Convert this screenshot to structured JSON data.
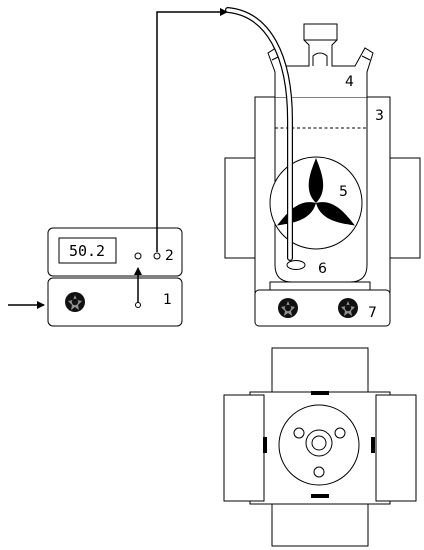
{
  "display": {
    "value": "50.2"
  },
  "labels": {
    "device_1": "1",
    "device_2": "2",
    "jacket": "3",
    "flask": "4",
    "stirrer": "5",
    "sensor": "6",
    "stirrer_base": "7"
  },
  "colors": {
    "stroke": "#000000",
    "fill": "#ffffff"
  }
}
